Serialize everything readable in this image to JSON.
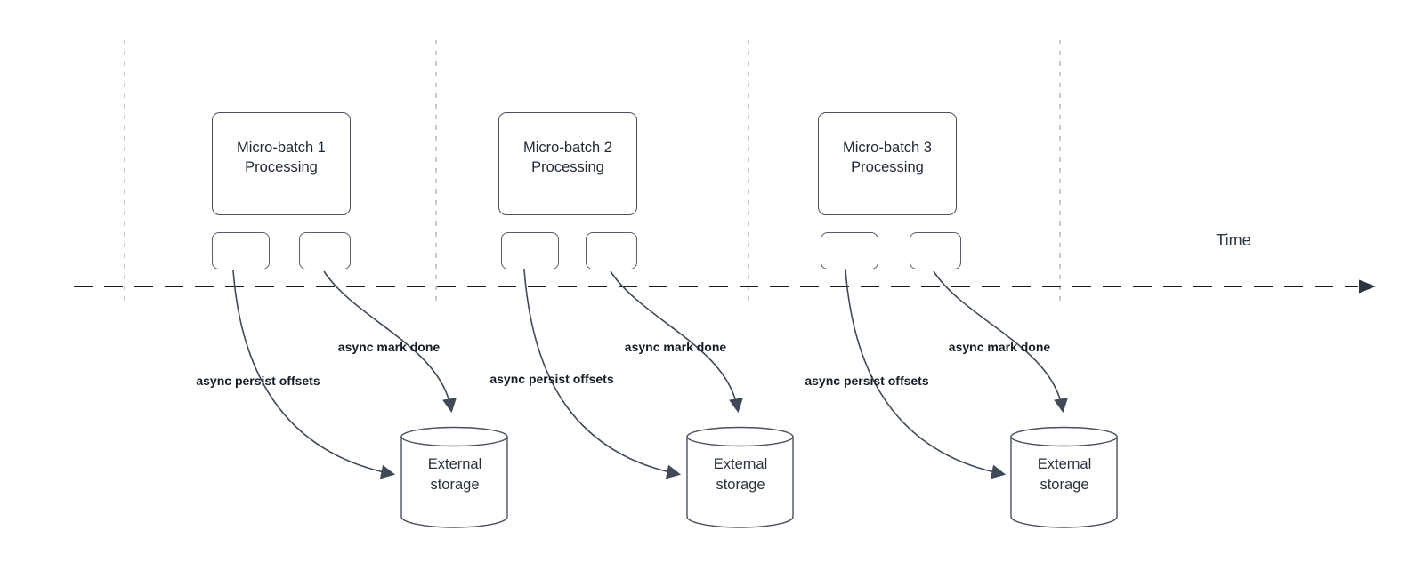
{
  "axis": {
    "label": "Time"
  },
  "batches": [
    {
      "title": "Micro-batch 1\nProcessing",
      "persist_label": "async persist offsets",
      "done_label": "async mark done",
      "storage_label": "External\nstorage"
    },
    {
      "title": "Micro-batch 2\nProcessing",
      "persist_label": "async persist offsets",
      "done_label": "async mark done",
      "storage_label": "External\nstorage"
    },
    {
      "title": "Micro-batch 3\nProcessing",
      "persist_label": "async persist offsets",
      "done_label": "async mark done",
      "storage_label": "External\nstorage"
    }
  ],
  "colors": {
    "background": "#ffffff",
    "shape_stroke": "#49525e",
    "curve_stroke": "#3f4957",
    "axis_stroke": "#1c1c1c",
    "guide_stroke": "#b0b3b8",
    "bold_label_text": "#121b26",
    "text": "#29323c"
  }
}
